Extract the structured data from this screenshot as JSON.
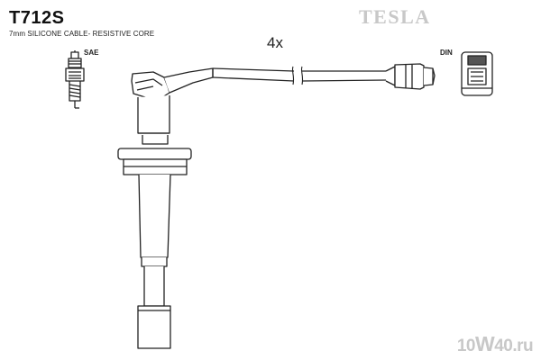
{
  "header": {
    "part_code": "T712S",
    "spec": "7mm SILICONE CABLE- RESISTIVE CORE"
  },
  "brand": {
    "name": "TESLA",
    "color": "#c8c8c8"
  },
  "quantity": "4x",
  "connectors": {
    "left_label": "SAE",
    "right_label": "DIN"
  },
  "watermark": {
    "text_start": "10",
    "text_big": "W",
    "text_end": "40.ru"
  }
}
